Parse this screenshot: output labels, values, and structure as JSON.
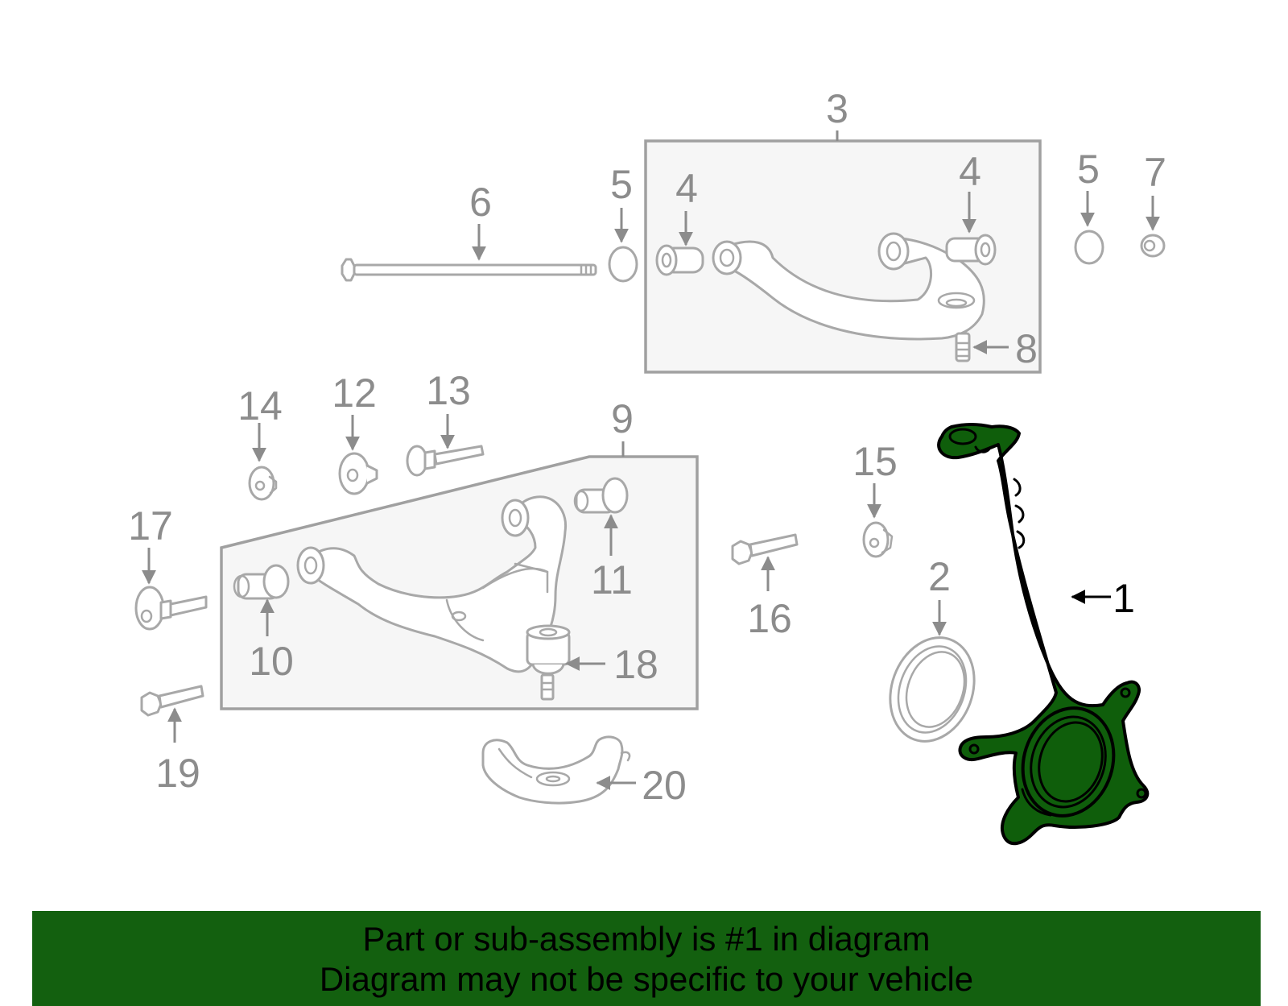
{
  "colors": {
    "highlight_fill": "#0f5e0b",
    "banner_bg": "#13600f",
    "part_outline": "#a8a8a8",
    "callout_text": "#8c8c8c",
    "highlight_text": "#000000"
  },
  "callouts": {
    "c1": "1",
    "c2": "2",
    "c3": "3",
    "c4a": "4",
    "c4b": "4",
    "c5a": "5",
    "c5b": "5",
    "c6": "6",
    "c7": "7",
    "c8": "8",
    "c9": "9",
    "c10": "10",
    "c11": "11",
    "c12": "12",
    "c13": "13",
    "c14": "14",
    "c15": "15",
    "c16": "16",
    "c17": "17",
    "c18": "18",
    "c19": "19",
    "c20": "20"
  },
  "banner": {
    "line1": "Part or sub-assembly is #1 in diagram",
    "line2": "Diagram may not be specific to your vehicle"
  }
}
